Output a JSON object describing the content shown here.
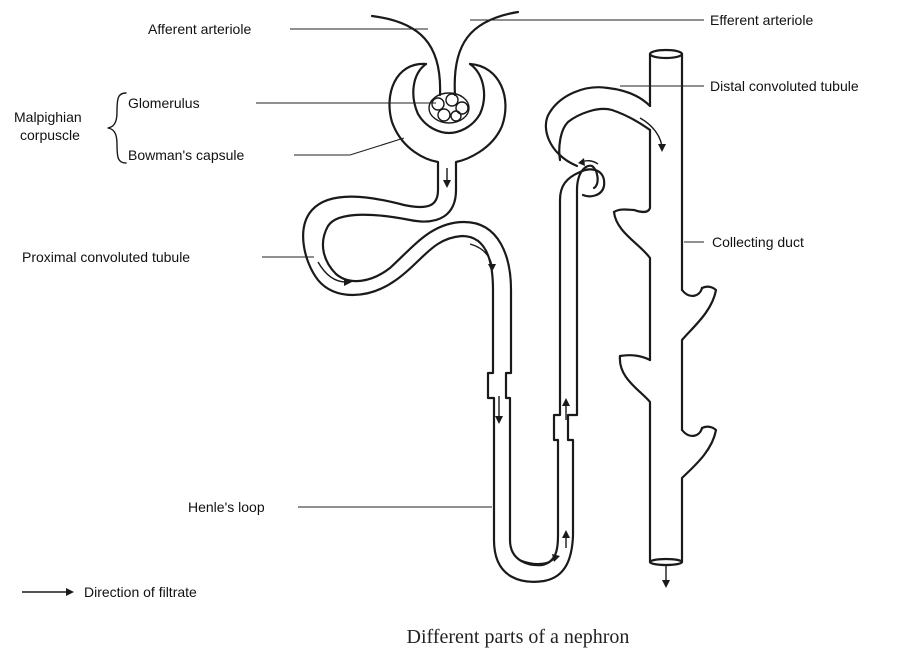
{
  "labels": {
    "afferent": "Afferent arteriole",
    "efferent": "Efferent arteriole",
    "distal": "Distal convoluted tubule",
    "glomerulus": "Glomerulus",
    "malpighian_line1": "Malpighian",
    "malpighian_line2": "corpuscle",
    "bowman": "Bowman's capsule",
    "proximal": "Proximal convoluted tubule",
    "collecting": "Collecting duct",
    "henle": "Henle's loop",
    "direction": "Direction of filtrate"
  },
  "caption": "Different parts of a nephron",
  "colors": {
    "ink": "#1a1a1a",
    "background": "#ffffff"
  }
}
